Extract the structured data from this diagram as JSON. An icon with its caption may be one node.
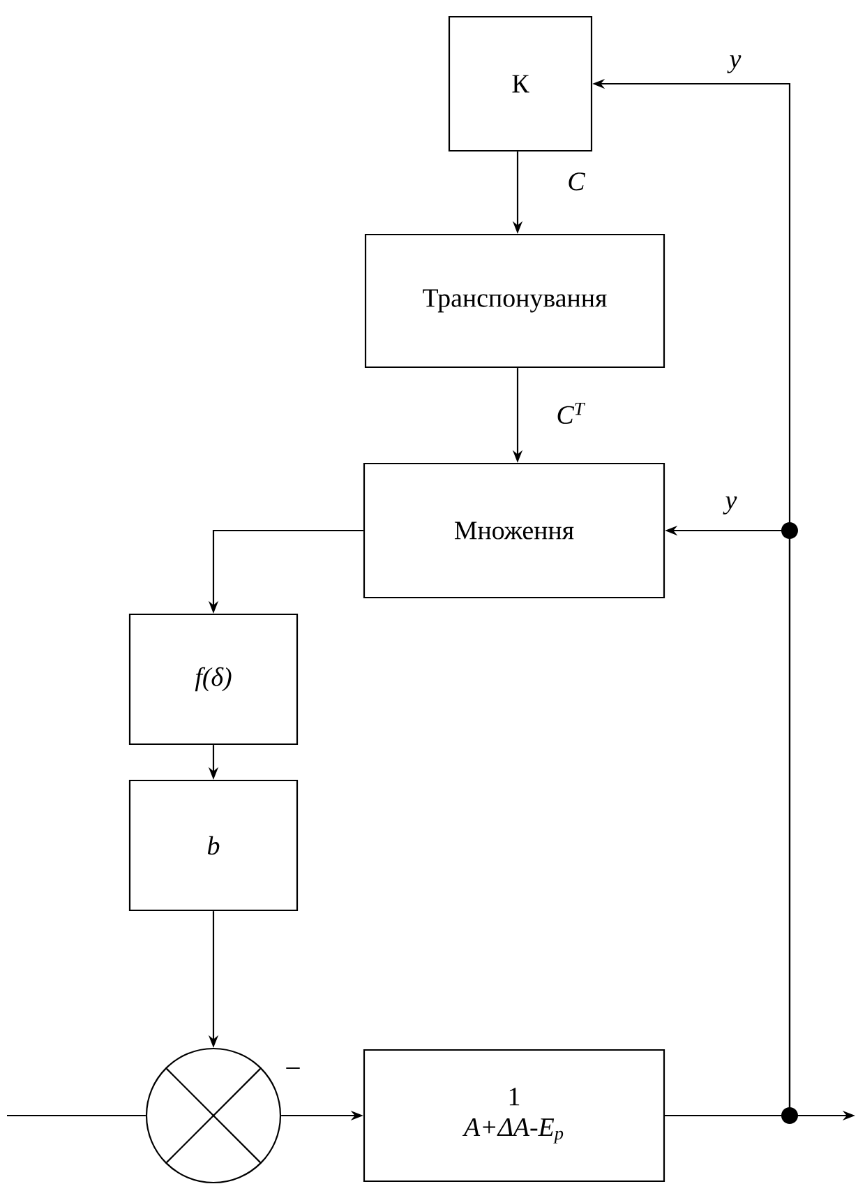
{
  "diagram": {
    "nodes": [
      {
        "text": [
          "К"
        ]
      },
      {
        "text": [
          "Транспонування"
        ]
      },
      {
        "text": [
          "Множення"
        ]
      },
      {
        "text": [
          "f(δ)"
        ]
      },
      {
        "text": [
          "b"
        ]
      },
      {
        "text": [],
        "shape": "circle",
        "beside": [
          "–"
        ]
      },
      {
        "text": [
          "1",
          "A+ΔA-E$_{p}$"
        ]
      }
    ],
    "edges": [
      {
        "from": null,
        "to": 5,
        "arrow": "none"
      },
      {
        "from": 5,
        "to": 6,
        "arrow": "to"
      },
      {
        "from": 6,
        "to": null,
        "arrow": "to"
      },
      {
        "from": 6,
        "to": 0,
        "arrow": "to",
        "label": "y"
      },
      {
        "from": 6,
        "to": 2,
        "arrow": "to",
        "label": "y"
      },
      {
        "from": 0,
        "to": 1,
        "arrow": "to",
        "label": "C"
      },
      {
        "from": 1,
        "to": 2,
        "arrow": "to",
        "label": "C$^{T}$"
      },
      {
        "from": 2,
        "to": 3,
        "arrow": "to"
      },
      {
        "from": 3,
        "to": 4,
        "arrow": "to"
      },
      {
        "from": 4,
        "to": 5,
        "arrow": "to"
      }
    ]
  }
}
